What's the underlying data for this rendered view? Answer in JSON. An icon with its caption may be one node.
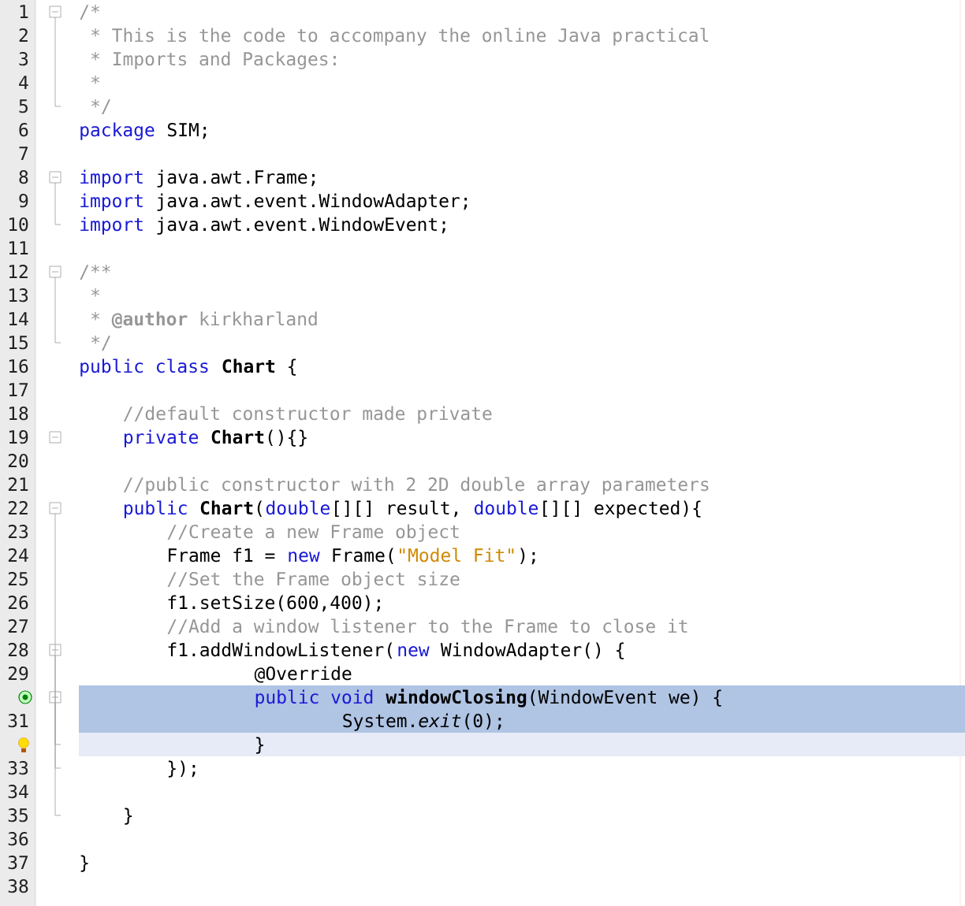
{
  "diagram": {
    "labels": [
      "1",
      "/*",
      "2",
      "* This is the code to accompany the online Java practical",
      "3",
      "* Imports and Packages:",
      "4",
      "*",
      "5",
      "*/",
      "6",
      "package",
      "SIM;",
      "7",
      "8",
      "import",
      "java.awt.Frame;",
      "9",
      "import",
      "java.awt.event.WindowAdapter;",
      "10",
      "import",
      "java.awt.event.WindowEvent;",
      "11",
      "12",
      "/**",
      "13",
      "*",
      "14",
      "* **@author** kirkharland",
      "15",
      "*/",
      "16",
      "public class",
      "**Chart** {",
      "17",
      "18",
      "//default constructor made private",
      "19",
      "private",
      "**Chart**(){}",
      "20",
      "21",
      "//public constructor with 2 2D double array parameters",
      "22",
      "public",
      "**Chart**(",
      "double",
      "[][] result,",
      "double",
      "[][] expected){",
      "23",
      "//Create a new Frame object",
      "24",
      "Frame f1 =",
      "new",
      "Frame(",
      "\"Model Fit\"",
      ");",
      "25",
      "//Set the Frame object size",
      "26",
      "f1.setSize(600,400);",
      "27",
      "//Add a window listener to the Frame to close it",
      "28",
      "f1.addWindowListener(",
      "new",
      "WindowAdapter() {",
      "29",
      "@Override",
      "public void",
      "**windowClosing**(WindowEvent we) {",
      "31",
      "System.*exit*(0);",
      "}",
      "33",
      "});",
      "34",
      "35",
      "}",
      "36",
      "37",
      "}",
      "38"
    ]
  }
}
